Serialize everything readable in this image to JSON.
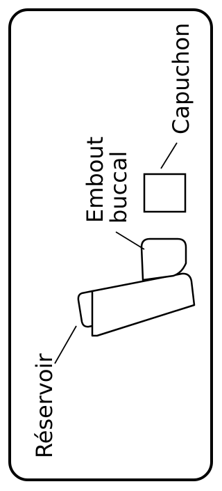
{
  "labels": {
    "reservoir": "Réservoir",
    "mouthpiece_line1": "Embout",
    "mouthpiece_line2": "buccal",
    "cap": "Capuchon"
  },
  "colors": {
    "stroke": "#000000",
    "fill": "#ffffff",
    "background": "#ffffff"
  }
}
